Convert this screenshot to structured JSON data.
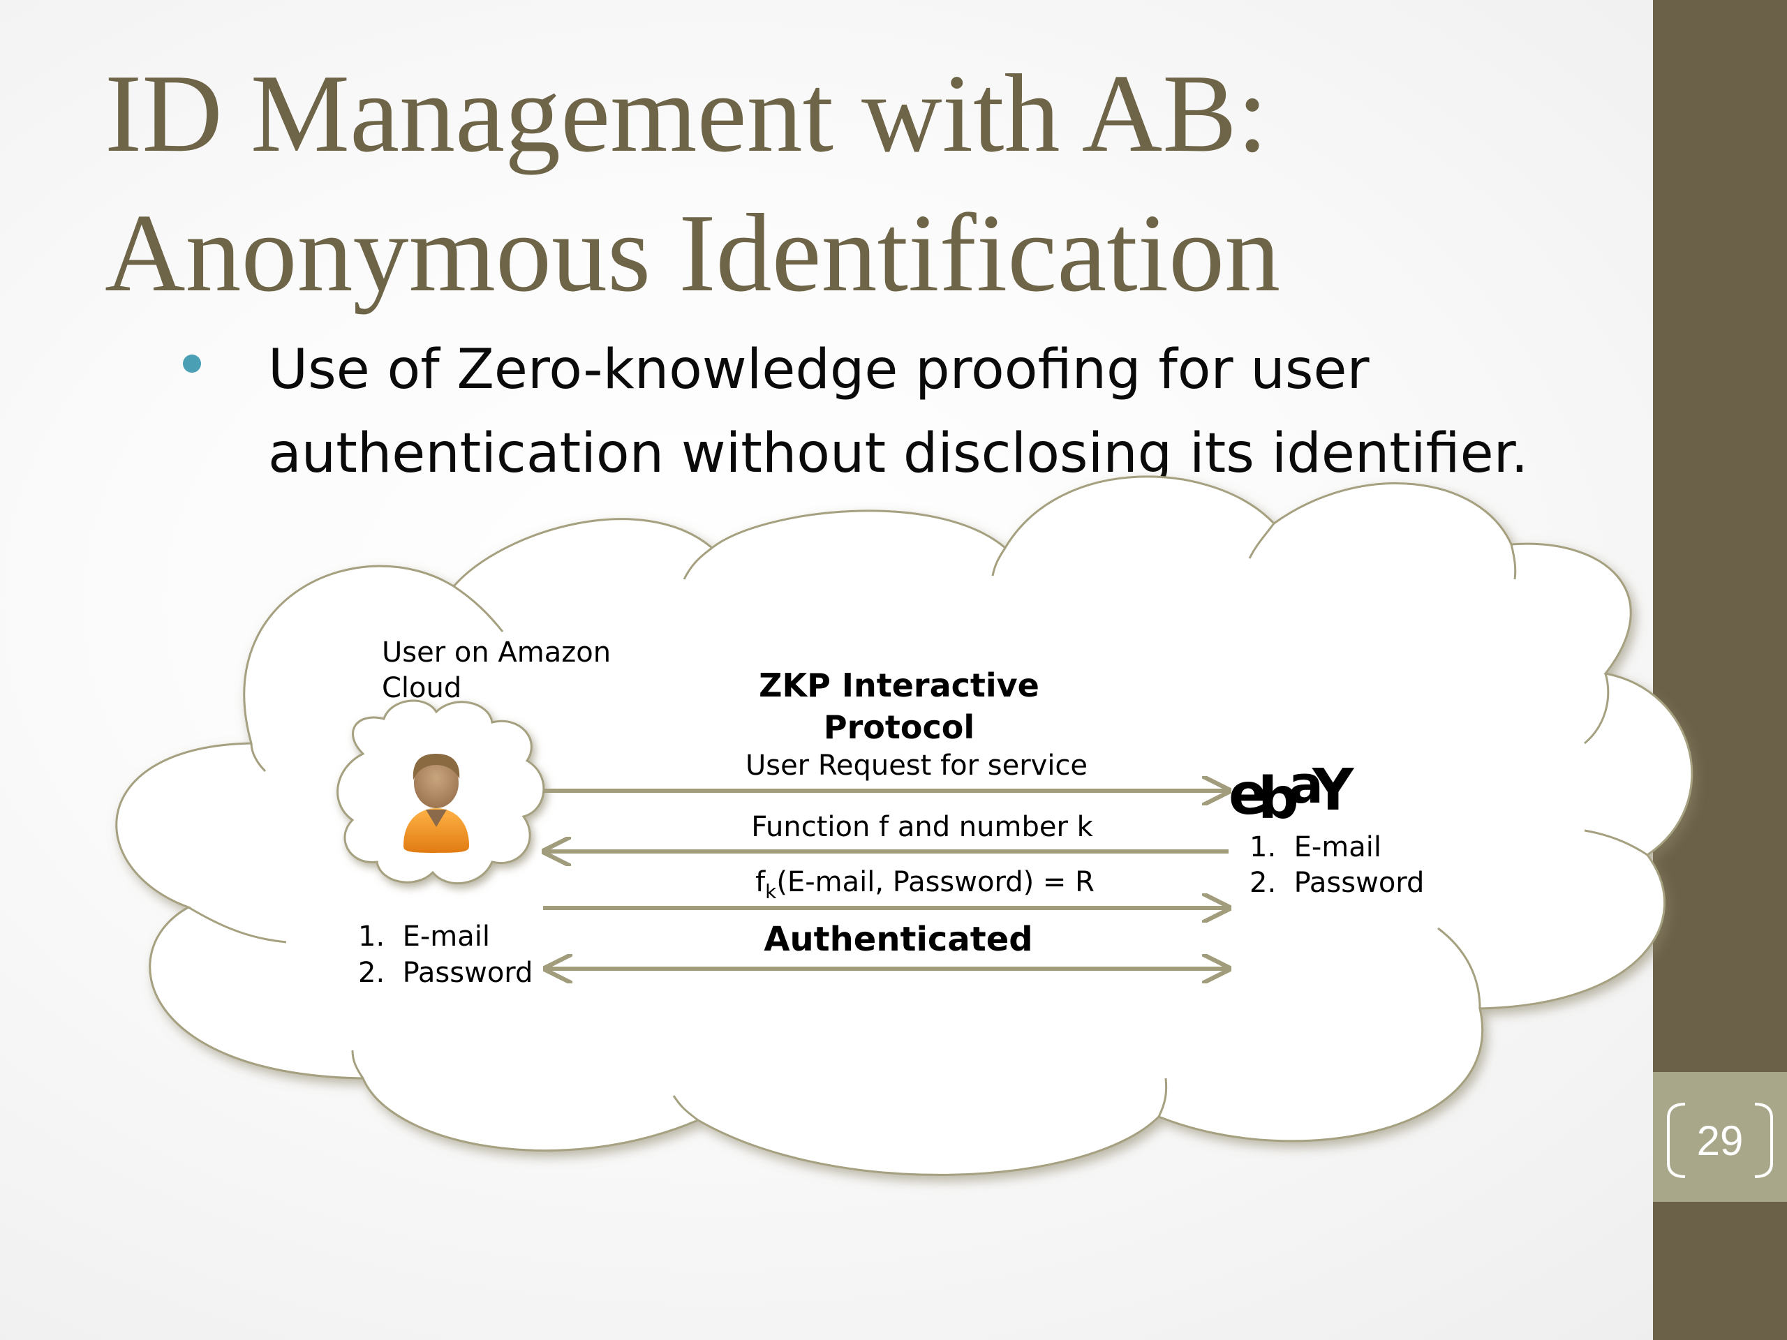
{
  "slide": {
    "title_line1": "ID Management with AB:",
    "title_line2": "Anonymous Identification",
    "bullet": "Use of Zero-knowledge proofing for user authentication without disclosing its identifier.",
    "page_number": "29",
    "colors": {
      "title": "#6e6448",
      "sidebar": "#6b6048",
      "number_box": "#a9a789",
      "bullet": "#4a9fb5",
      "arrow": "#a09c7c"
    }
  },
  "diagram": {
    "user_label_line1": "User on Amazon",
    "user_label_line2": "Cloud",
    "protocol_title_line1": "ZKP Interactive",
    "protocol_title_line2": "Protocol",
    "messages": {
      "request": "User Request for service",
      "function": "Function f and number k",
      "result_prefix": "f",
      "result_subscript": "k",
      "result_suffix": "(E-mail, Password) = R",
      "authenticated": "Authenticated"
    },
    "user_credentials": [
      "1.  E-mail",
      "2.  Password"
    ],
    "service_credentials": [
      "1.  E-mail",
      "2.  Password"
    ],
    "service_logo": {
      "letters": [
        "e",
        "b",
        "a",
        "Y"
      ],
      "colors": [
        "#e53238",
        "#0064d2",
        "#f5af02",
        "#86b817"
      ]
    },
    "icons": {
      "user": "user-avatar-icon",
      "service": "ebay-logo"
    }
  }
}
